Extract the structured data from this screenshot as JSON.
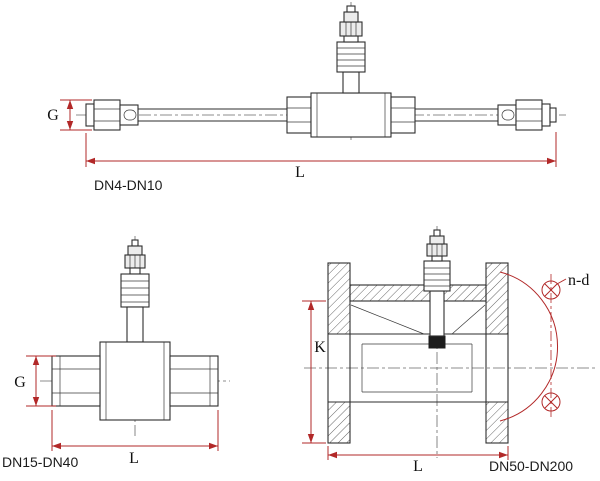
{
  "views": {
    "dn4_dn10": {
      "label": "DN4-DN10",
      "dim_g": "G",
      "dim_l": "L"
    },
    "dn15_dn40": {
      "label": "DN15-DN40",
      "dim_g": "G",
      "dim_l": "L"
    },
    "dn50_dn200": {
      "label": "DN50-DN200",
      "dim_k": "K",
      "dim_l": "L",
      "dim_nd": "n-d"
    }
  },
  "colors": {
    "dimension_red": "#b22828",
    "drawing_line": "#2e2e2e",
    "background": "#ffffff"
  }
}
